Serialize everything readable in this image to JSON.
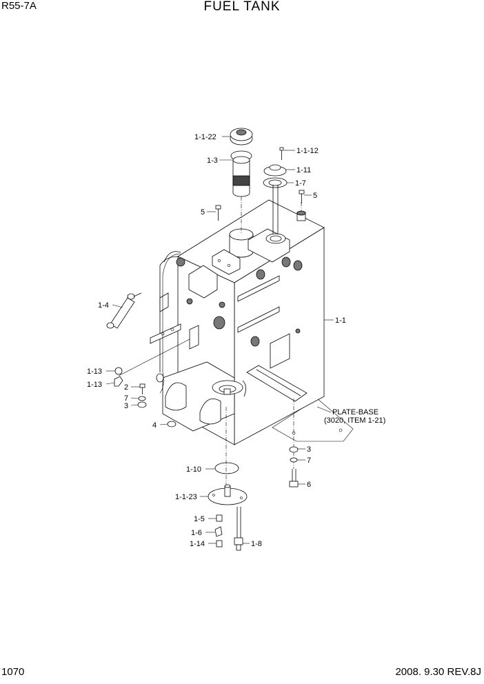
{
  "header": {
    "model": "R55-7A",
    "title": "FUEL TANK"
  },
  "footer": {
    "page_number": "1070",
    "revision": "2008. 9.30  REV.8J"
  },
  "callouts": {
    "c_1_1_22": "1-1-22",
    "c_1_12": "1-1-12",
    "c_1_3": "1-3",
    "c_1_11": "1-11",
    "c_1_7": "1-7",
    "c_5a": "5",
    "c_5b": "5",
    "c_1_4": "1-4",
    "c_1_1": "1-1",
    "c_1_13a": "1-13",
    "c_1_13b": "1-13",
    "c_2": "2",
    "c_7a": "7",
    "c_3a": "3",
    "c_4": "4",
    "c_plate1": "PLATE-BASE",
    "c_plate2": "(3020, ITEM 1-21)",
    "c_3b": "3",
    "c_7b": "7",
    "c_6": "6",
    "c_1_10": "1-10",
    "c_1_1_23": "1-1-23",
    "c_1_5": "1-5",
    "c_1_6": "1-6",
    "c_1_14": "1-14",
    "c_1_8": "1-8"
  }
}
